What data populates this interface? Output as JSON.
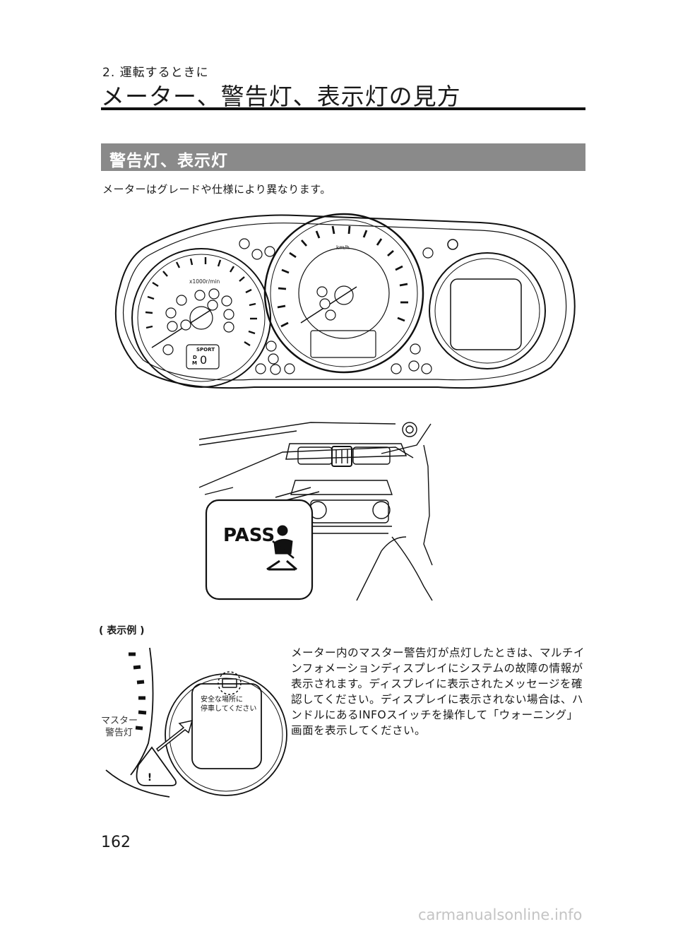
{
  "header": {
    "chapter": "2. 運転するときに",
    "title": "メーター、警告灯、表示灯の見方"
  },
  "section": {
    "heading": "警告灯、表示灯",
    "intro": "メーターはグレードや仕様により異なります。"
  },
  "cluster": {
    "tach_unit": "x1000r/min",
    "speed_unit": "km/h",
    "mode_label": "SPORT",
    "gear_labels": [
      "D",
      "M"
    ],
    "gear_value": "0"
  },
  "dash": {
    "indicator_text": "PASS"
  },
  "example": {
    "caption": "( 表示例 )",
    "display_message": [
      "安全な場所に",
      "停車してください"
    ],
    "master_label": [
      "マスター",
      "警告灯"
    ],
    "description": "メーター内のマスター警告灯が点灯したときは、マルチインフォメーションディスプレイにシステムの故障の情報が表示されます。ディスプレイに表示されたメッセージを確認してください。ディスプレイに表示されない場合は、ハンドルにあるINFOスイッチを操作して「ウォーニング」画面を表示してください。"
  },
  "footer": {
    "page_number": "162",
    "watermark": "carmanualsonline.info"
  }
}
